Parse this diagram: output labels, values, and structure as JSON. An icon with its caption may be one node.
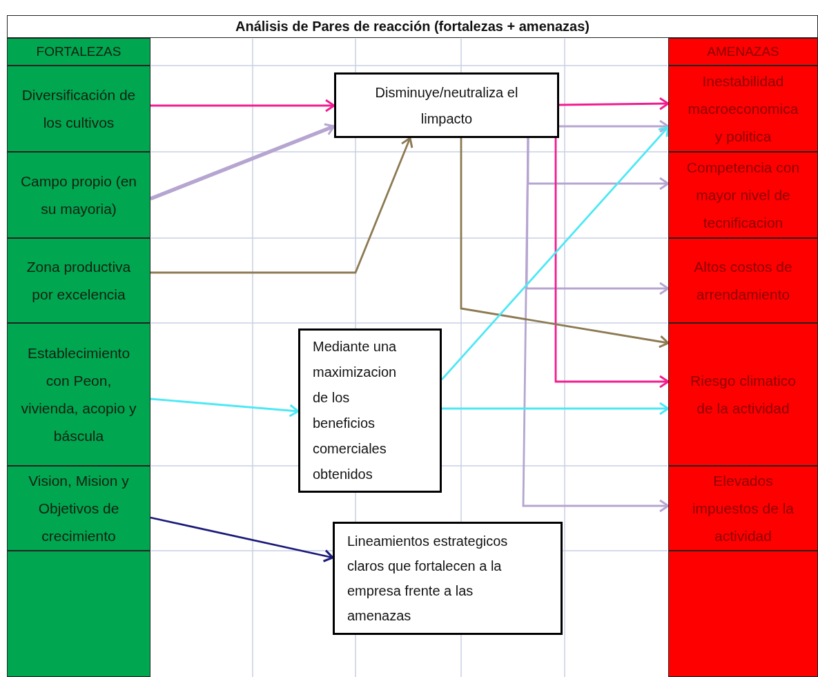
{
  "diagram": {
    "title": "Análisis de Pares de reacción (fortalezas + amenazas)",
    "nodes": [
      {
        "text": [
          "FORTALEZAS"
        ]
      },
      {
        "text": [
          "Diversificación de los cultivos"
        ]
      },
      {
        "text": [
          "Campo propio (en su mayoria)"
        ]
      },
      {
        "text": [
          "Zona productiva por excelencia"
        ]
      },
      {
        "text": [
          "Establecimiento con Peon, vivienda, acopio y báscula"
        ]
      },
      {
        "text": [
          "Vision, Mision y Objetivos de crecimiento"
        ]
      },
      {
        "text": [],
        "shape": "box"
      },
      {
        "text": [
          "AMENAZAS"
        ]
      },
      {
        "text": [
          "Inestabilidad macroeconomica y politica"
        ]
      },
      {
        "text": [
          "Competencia con mayor nivel de tecnificacion"
        ]
      },
      {
        "text": [
          "Altos costos de arrendamiento"
        ]
      },
      {
        "text": [
          "Riesgo climatico de la actividad"
        ]
      },
      {
        "text": [
          "Elevados impuestos de la actividad"
        ]
      },
      {
        "text": [],
        "shape": "box"
      },
      {
        "text": [
          "Disminuye/neutraliza el limpacto"
        ]
      },
      {
        "text": [
          "Mediante una maximizacion de los beneficios comerciales obtenidos"
        ]
      },
      {
        "text": [
          "Lineamientos estrategicos claros que fortalecen a la empresa frente a las amenazas"
        ]
      }
    ],
    "edges": [
      {
        "from": 1,
        "to": 14,
        "arrow": "to",
        "color": "#f21c8e"
      },
      {
        "from": 2,
        "to": 14,
        "arrow": "to",
        "style": "thick"
      },
      {
        "from": 3,
        "to": 14,
        "arrow": "to",
        "color": "#8c7a52"
      },
      {
        "from": 14,
        "to": 8,
        "arrow": "to",
        "color": "#f21c8e"
      },
      {
        "from": 14,
        "to": 8,
        "arrow": "to"
      },
      {
        "from": 14,
        "to": 9,
        "arrow": "to"
      },
      {
        "from": 14,
        "to": 10,
        "arrow": "to"
      },
      {
        "from": 14,
        "to": 12,
        "arrow": "to"
      },
      {
        "from": 14,
        "to": 11,
        "arrow": "to",
        "color": "#f21c8e"
      },
      {
        "from": 14,
        "to": 11,
        "arrow": "to",
        "color": "#8c7a52"
      },
      {
        "from": 4,
        "to": 15,
        "arrow": "to",
        "color": "#4de8f5"
      },
      {
        "from": 15,
        "to": 8,
        "arrow": "to",
        "color": "#4de8f5"
      },
      {
        "from": 15,
        "to": 11,
        "arrow": "to",
        "color": "#4de8f5"
      },
      {
        "from": 5,
        "to": 16,
        "arrow": "to",
        "color": "#1a1a7a"
      }
    ]
  }
}
